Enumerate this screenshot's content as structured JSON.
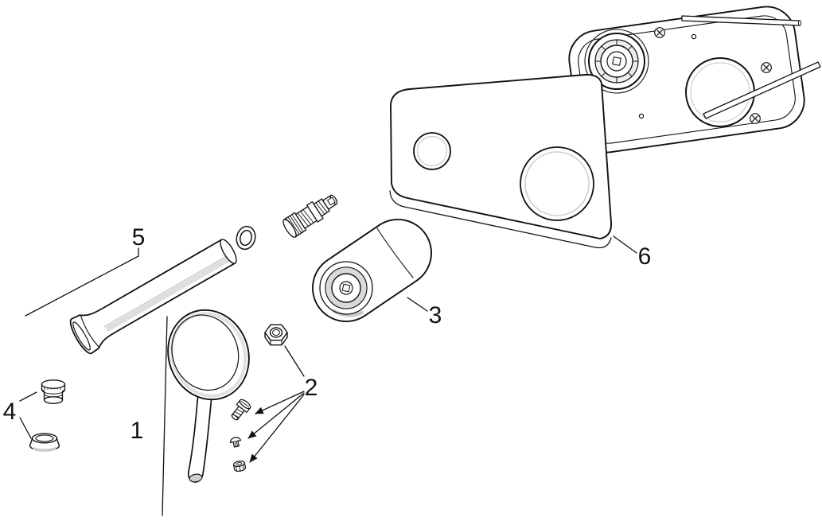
{
  "canvas": {
    "background": "#ffffff",
    "line_color": "#111111",
    "shade_color": "#e0e0e0"
  },
  "callouts": {
    "handle": "1",
    "fasteners": "2",
    "sleeve": "3",
    "aerator": "4",
    "spout": "5",
    "wall_plate": "6"
  }
}
